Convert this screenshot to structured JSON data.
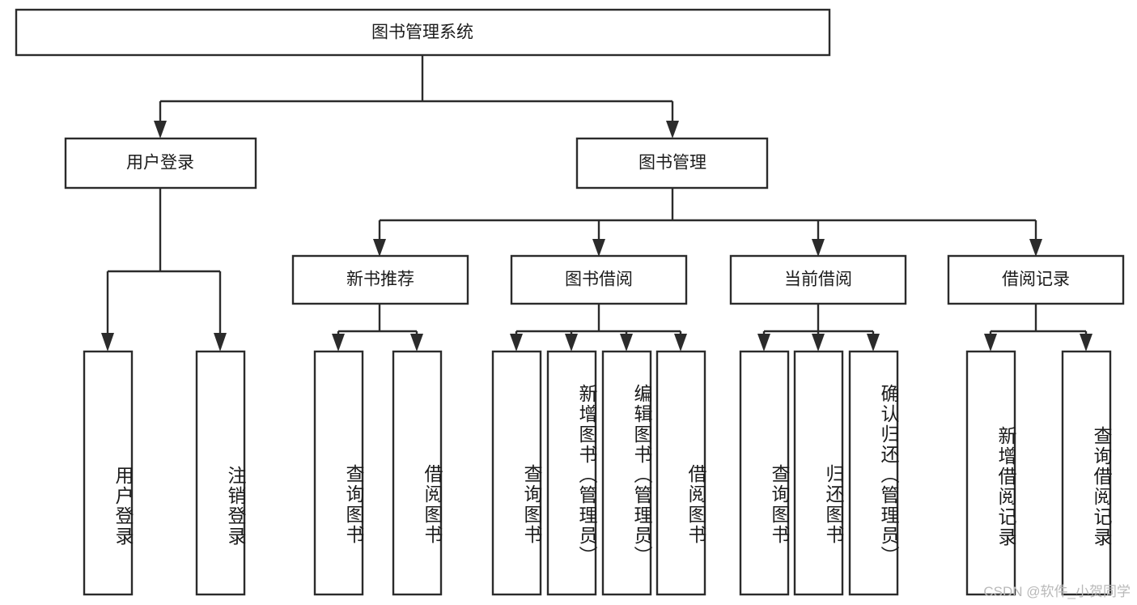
{
  "diagram": {
    "type": "tree-hierarchy",
    "title": "图书管理系统",
    "watermark": "CSDN @软件_小贺同学",
    "colors": {
      "stroke": "#2b2b2b",
      "fill": "#ffffff",
      "text": "#1b1b1b",
      "watermark": "#b9b9b9",
      "background": "#ffffff"
    },
    "levels": {
      "root": {
        "label": "图书管理系统"
      },
      "level2": [
        {
          "id": "user-login",
          "label": "用户登录"
        },
        {
          "id": "book-manage",
          "label": "图书管理"
        }
      ],
      "level3": [
        {
          "id": "new-book-recommend",
          "label": "新书推荐",
          "parent": "book-manage"
        },
        {
          "id": "book-borrow",
          "label": "图书借阅",
          "parent": "book-manage"
        },
        {
          "id": "current-borrow",
          "label": "当前借阅",
          "parent": "book-manage"
        },
        {
          "id": "borrow-record",
          "label": "借阅记录",
          "parent": "book-manage"
        }
      ],
      "leaves": [
        {
          "id": "leaf-user-login",
          "label": "用户登录",
          "parent": "user-login"
        },
        {
          "id": "leaf-logout",
          "label": "注销登录",
          "parent": "user-login"
        },
        {
          "id": "leaf-query-book-1",
          "label": "查询图书",
          "parent": "new-book-recommend"
        },
        {
          "id": "leaf-borrow-book-1",
          "label": "借阅图书",
          "parent": "new-book-recommend"
        },
        {
          "id": "leaf-query-book-2",
          "label": "查询图书",
          "parent": "book-borrow"
        },
        {
          "id": "leaf-add-book",
          "label": "新增图书（管理员）",
          "parent": "book-borrow"
        },
        {
          "id": "leaf-edit-book",
          "label": "编辑图书（管理员）",
          "parent": "book-borrow"
        },
        {
          "id": "leaf-borrow-book-2",
          "label": "借阅图书",
          "parent": "book-borrow"
        },
        {
          "id": "leaf-query-book-3",
          "label": "查询图书",
          "parent": "current-borrow"
        },
        {
          "id": "leaf-return-book",
          "label": "归还图书",
          "parent": "current-borrow"
        },
        {
          "id": "leaf-confirm-return",
          "label": "确认归还（管理员）",
          "parent": "current-borrow"
        },
        {
          "id": "leaf-add-record",
          "label": "新增借阅记录",
          "parent": "borrow-record"
        },
        {
          "id": "leaf-query-record",
          "label": "查询借阅记录",
          "parent": "borrow-record"
        }
      ]
    }
  }
}
